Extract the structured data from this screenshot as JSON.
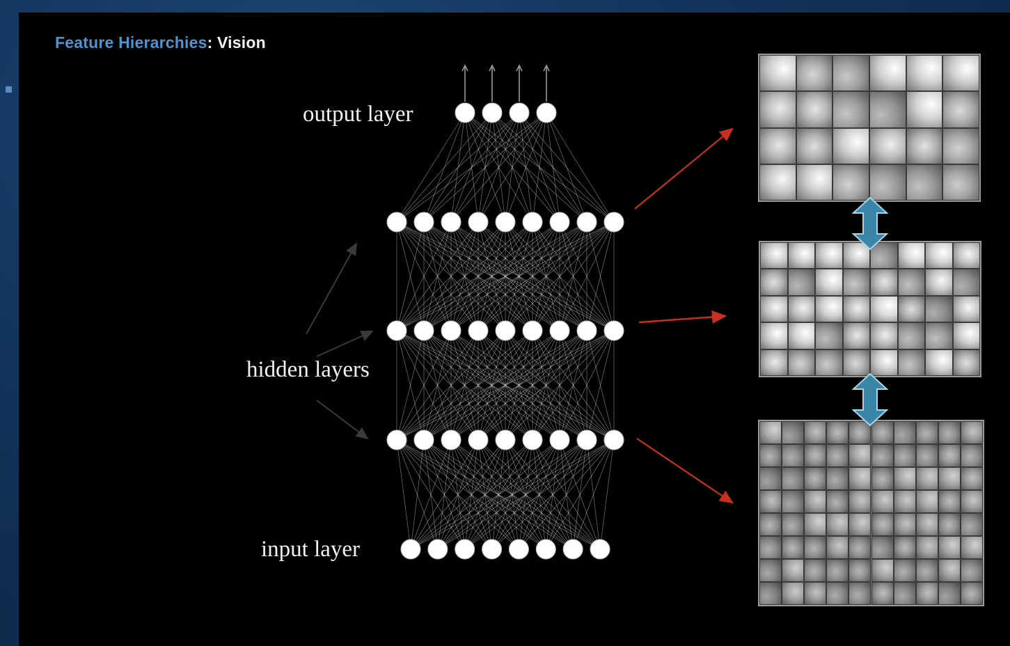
{
  "slide": {
    "title_part1": "Feature Hierarchies",
    "title_part2": ": Vision"
  },
  "labels": {
    "output": "output layer",
    "hidden": "hidden layers",
    "input": "input layer"
  },
  "network": {
    "layers": [
      {
        "name": "output",
        "nodes": 4
      },
      {
        "name": "hidden-3",
        "nodes": 9
      },
      {
        "name": "hidden-2",
        "nodes": 9
      },
      {
        "name": "hidden-1",
        "nodes": 9
      },
      {
        "name": "input",
        "nodes": 8
      }
    ]
  },
  "feature_maps": [
    {
      "name": "object-parts-faces",
      "cols": 6,
      "rows": 4
    },
    {
      "name": "mid-level-parts",
      "cols": 8,
      "rows": 5
    },
    {
      "name": "edge-features",
      "cols": 10,
      "rows": 8
    }
  ],
  "colors": {
    "title_accent": "#4f93cf",
    "arrow_red": "#c8301e",
    "double_arrow": "#3a86a8",
    "node": "#ffffff",
    "background": "#000000"
  }
}
